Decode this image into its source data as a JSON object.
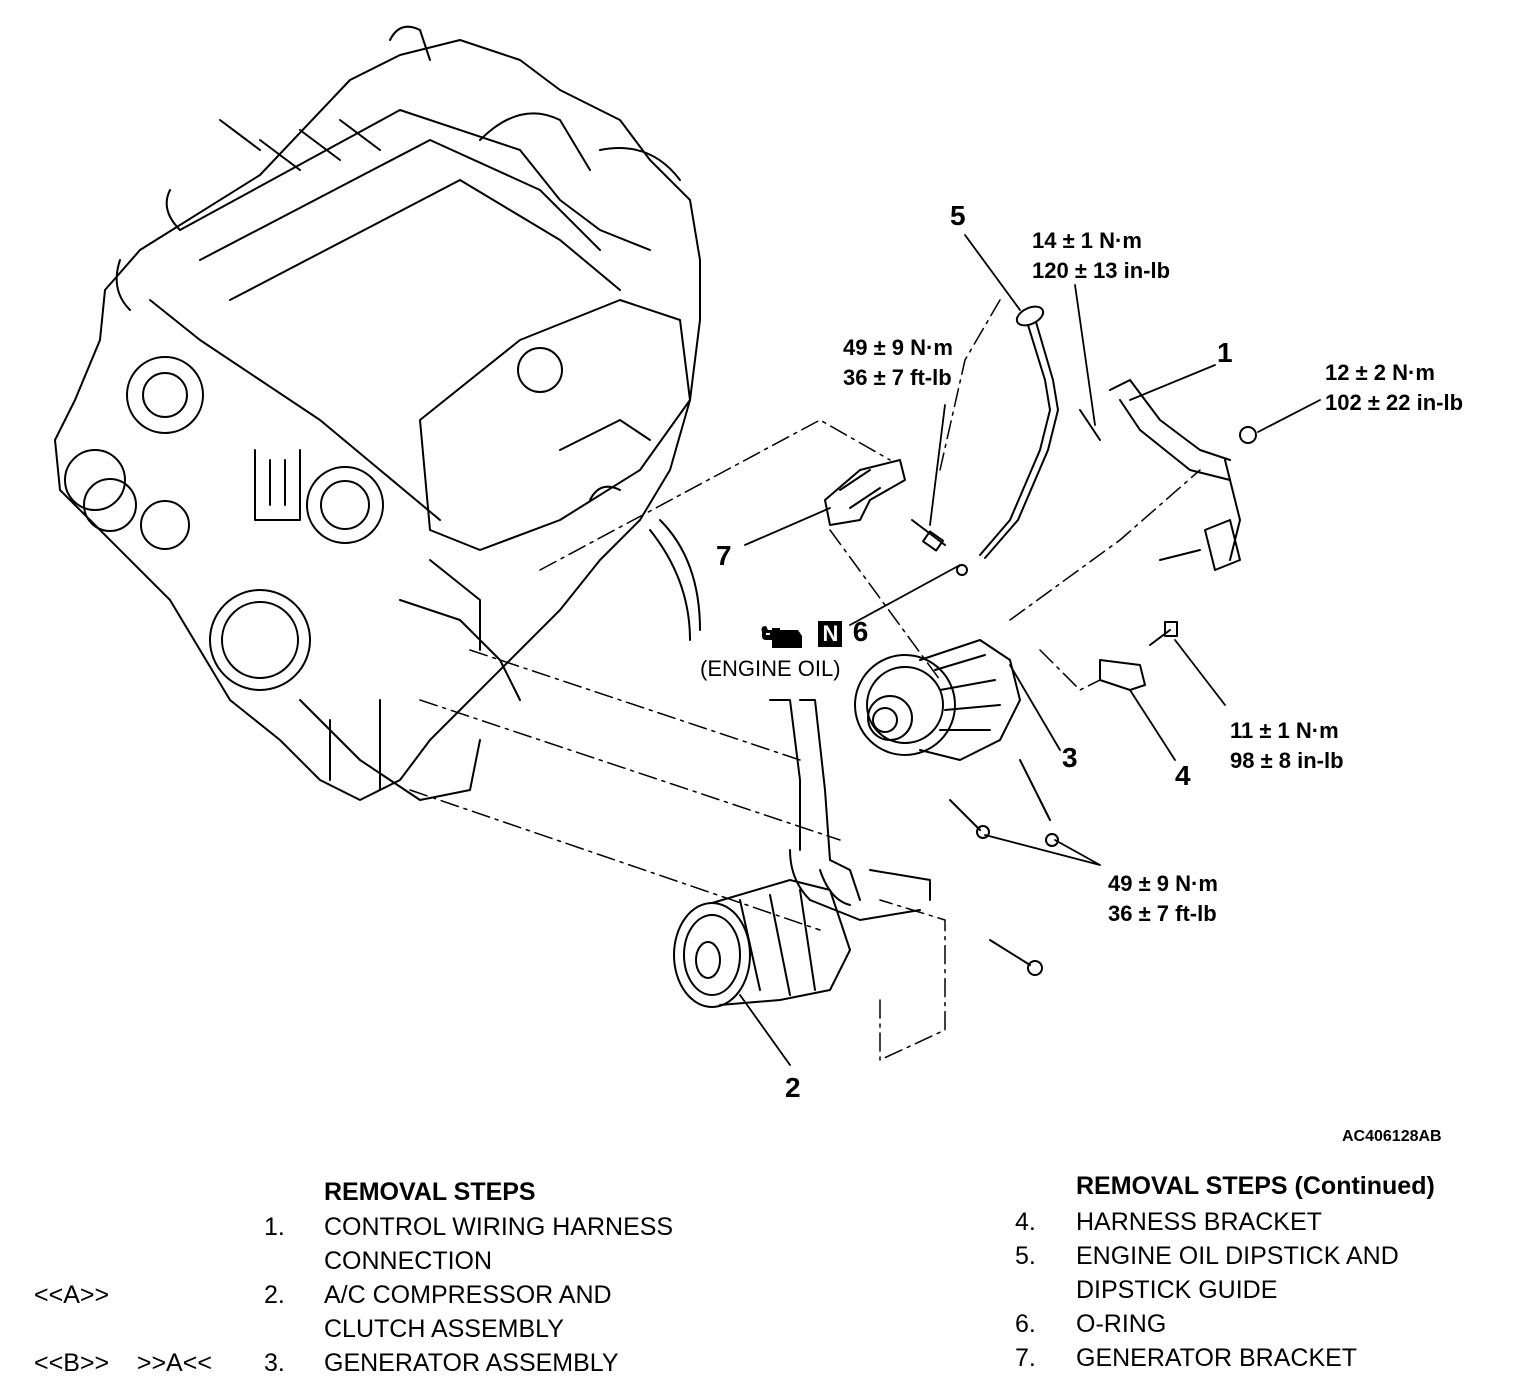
{
  "callouts": {
    "c1": "1",
    "c2": "2",
    "c3": "3",
    "c4": "4",
    "c5": "5",
    "c6": "6",
    "c7": "7"
  },
  "torques": {
    "t_dipstick": {
      "nm": "14 ± 1 N·m",
      "alt": "120 ± 13 in-lb"
    },
    "t_bracket": {
      "nm": "49 ± 9 N·m",
      "alt": "36 ± 7 ft-lb"
    },
    "t_harness": {
      "nm": "12 ± 2 N·m",
      "alt": "102 ± 22 in-lb"
    },
    "t_hbracket": {
      "nm": "11 ± 1 N·m",
      "alt": "98 ± 8 in-lb"
    },
    "t_generator": {
      "nm": "49 ± 9 N·m",
      "alt": "36 ± 7 ft-lb"
    }
  },
  "oil": {
    "badge": "N",
    "label": "(ENGINE OIL)",
    "icon": "oil-can-icon"
  },
  "figure_id": "AC406128AB",
  "removal_left": {
    "heading": "REMOVAL STEPS",
    "steps": [
      {
        "marker": "",
        "num": "1.",
        "lines": [
          "CONTROL WIRING HARNESS",
          "CONNECTION"
        ]
      },
      {
        "marker": "<<A>>",
        "num": "2.",
        "lines": [
          "A/C COMPRESSOR AND",
          "CLUTCH ASSEMBLY"
        ]
      },
      {
        "marker": "<<B>>    >>A<<",
        "num": "3.",
        "lines": [
          "GENERATOR ASSEMBLY"
        ]
      }
    ]
  },
  "removal_right": {
    "heading": "REMOVAL STEPS (Continued)",
    "steps": [
      {
        "num": "4.",
        "lines": [
          "HARNESS BRACKET"
        ]
      },
      {
        "num": "5.",
        "lines": [
          "ENGINE OIL DIPSTICK AND",
          "DIPSTICK GUIDE"
        ]
      },
      {
        "num": "6.",
        "lines": [
          "O-RING"
        ]
      },
      {
        "num": "7.",
        "lines": [
          "GENERATOR BRACKET"
        ]
      }
    ]
  }
}
